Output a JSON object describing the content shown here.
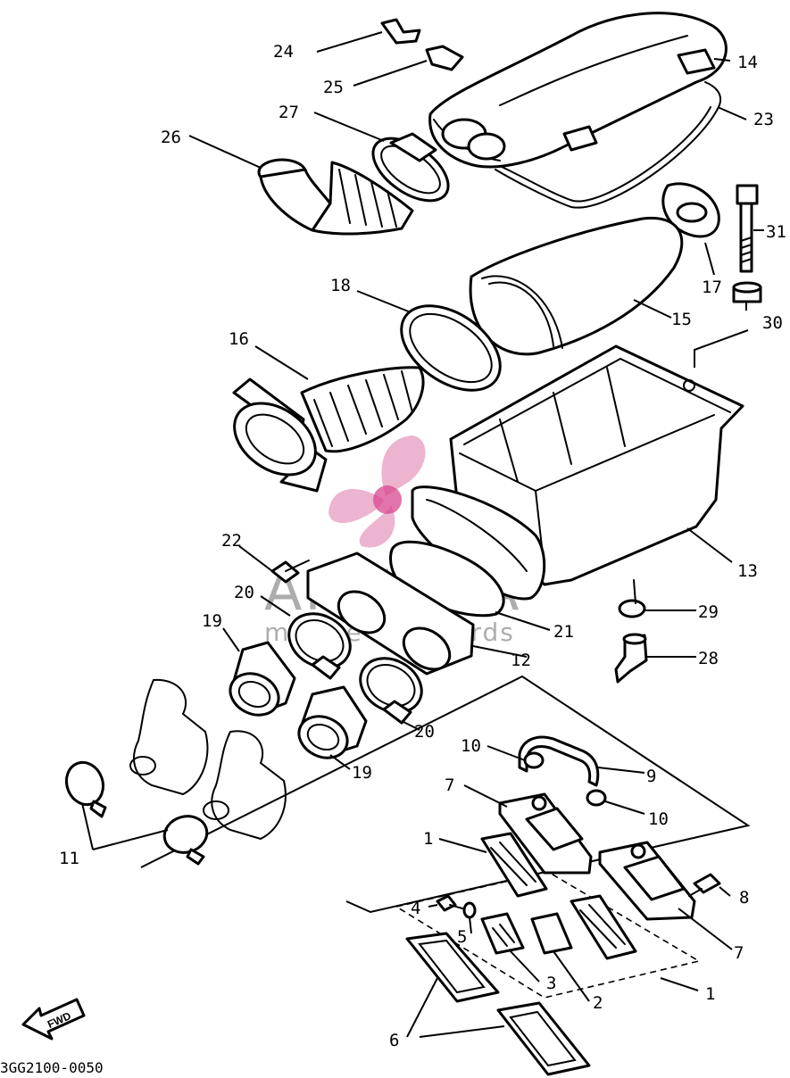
{
  "diagram": {
    "drawing_code": "3GG2100-0050",
    "direction_label": "FWD",
    "watermark": {
      "brand": "ARMADA",
      "tagline": "marine outboards"
    },
    "callouts": {
      "c1a": "1",
      "c1b": "1",
      "c2": "2",
      "c3": "3",
      "c4": "4",
      "c5": "5",
      "c6": "6",
      "c7a": "7",
      "c7b": "7",
      "c8": "8",
      "c9": "9",
      "c10a": "10",
      "c10b": "10",
      "c11": "11",
      "c12": "12",
      "c13": "13",
      "c14": "14",
      "c15": "15",
      "c16": "16",
      "c17": "17",
      "c18": "18",
      "c19a": "19",
      "c19b": "19",
      "c20a": "20",
      "c20b": "20",
      "c21": "21",
      "c22": "22",
      "c23": "23",
      "c24": "24",
      "c25": "25",
      "c26": "26",
      "c27": "27",
      "c28": "28",
      "c29": "29",
      "c30": "30",
      "c31": "31"
    }
  }
}
